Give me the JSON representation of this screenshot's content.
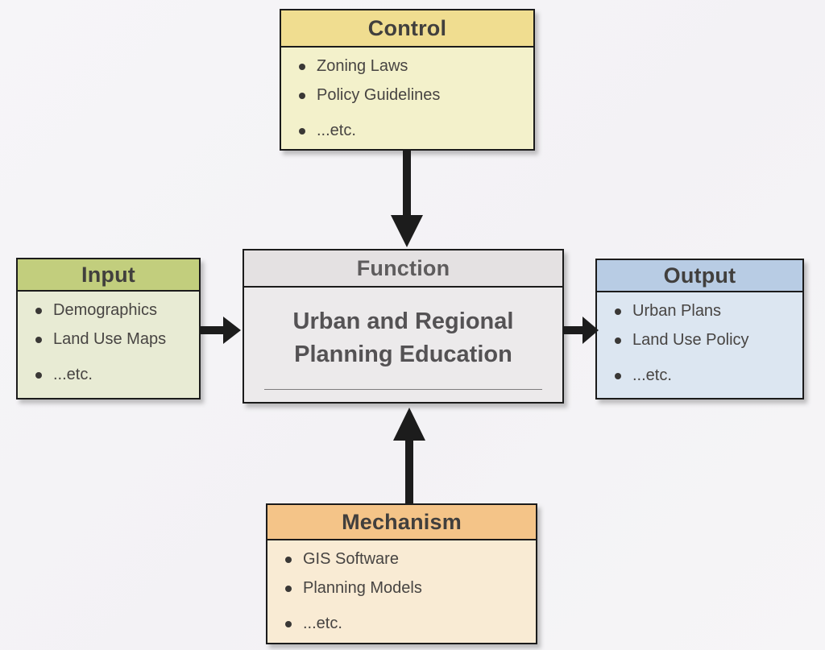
{
  "diagram": {
    "type": "IDEF0 function box diagram",
    "background_color": "#F5F4F6",
    "border_color": "#1B1B1B",
    "arrow_color": "#1C1C1C"
  },
  "boxes": {
    "control": {
      "title": "Control",
      "items": [
        "Zoning Laws",
        "Policy Guidelines",
        "...etc."
      ],
      "header_color": "#F0DD90",
      "body_color": "#F3F1CB"
    },
    "input": {
      "title": "Input",
      "items": [
        "Demographics",
        "Land Use Maps",
        "...etc."
      ],
      "header_color": "#C2CE7D",
      "body_color": "#E8EBD4"
    },
    "function": {
      "title": "Function",
      "body_lines": [
        "Urban and Regional",
        "Planning Education"
      ],
      "header_color": "#E4E1E2",
      "body_color": "#ECEAEB"
    },
    "output": {
      "title": "Output",
      "items": [
        "Urban Plans",
        "Land Use Policy",
        "...etc."
      ],
      "header_color": "#B8CCE4",
      "body_color": "#DCE6F1"
    },
    "mechanism": {
      "title": "Mechanism",
      "items": [
        "GIS Software",
        "Planning Models",
        "...etc."
      ],
      "header_color": "#F4C488",
      "body_color": "#F9EBD4"
    }
  },
  "arrows": {
    "control_to_function": "down",
    "input_to_function": "right",
    "function_to_output": "right",
    "mechanism_to_function": "up"
  }
}
